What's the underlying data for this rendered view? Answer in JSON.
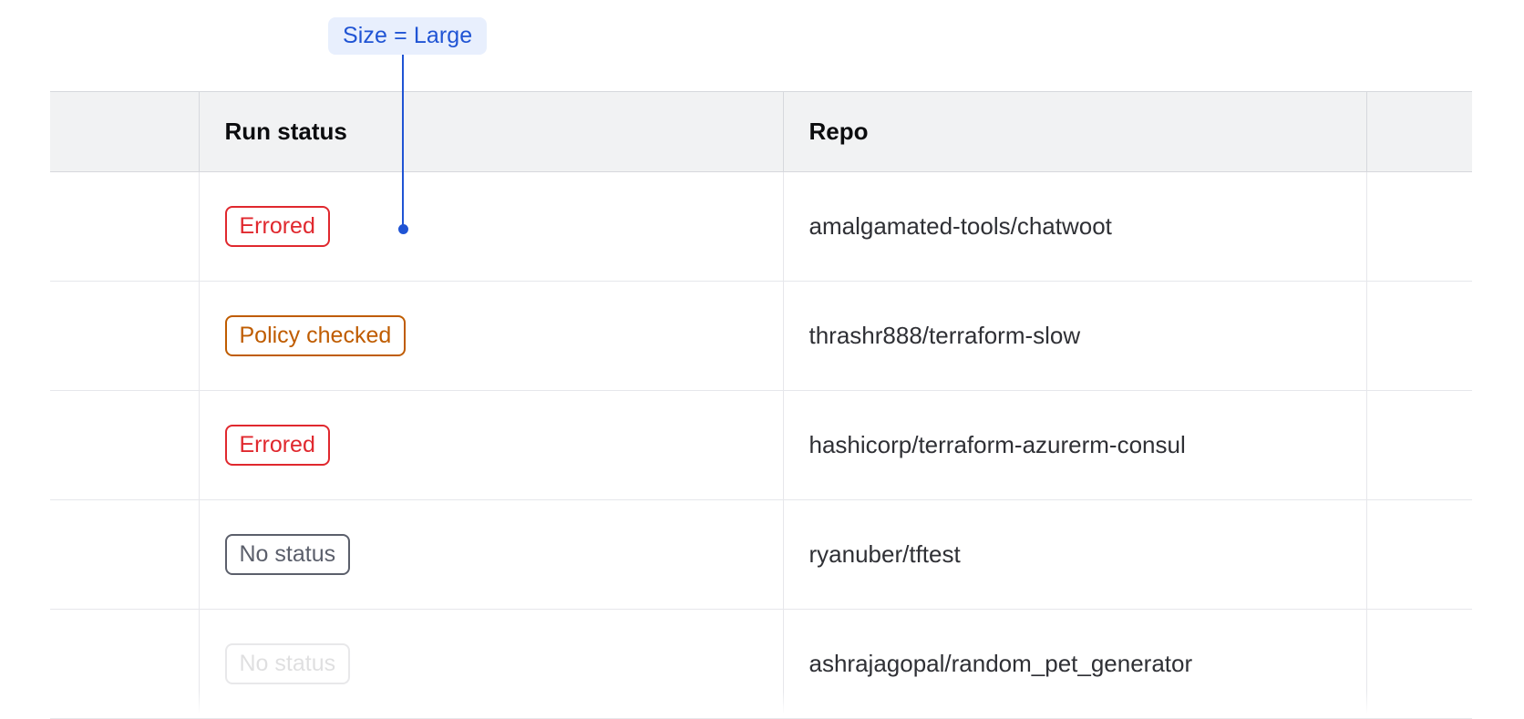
{
  "annotation": {
    "label": "Size = Large",
    "accent_color": "#2054d4",
    "badge_background": "#e8effd"
  },
  "table": {
    "columns": [
      {
        "key": "select",
        "label": ""
      },
      {
        "key": "run_status",
        "label": "Run status"
      },
      {
        "key": "repo",
        "label": "Repo"
      },
      {
        "key": "tail",
        "label": ""
      }
    ],
    "rows": [
      {
        "run_status": "Errored",
        "status_kind": "errored",
        "repo": "amalgamated-tools/chatwoot"
      },
      {
        "run_status": "Policy checked",
        "status_kind": "policy-checked",
        "repo": "thrashr888/terraform-slow"
      },
      {
        "run_status": "Errored",
        "status_kind": "errored",
        "repo": "hashicorp/terraform-azurerm-consul"
      },
      {
        "run_status": "No status",
        "status_kind": "none",
        "repo": "ryanuber/tftest"
      },
      {
        "run_status": "No status",
        "status_kind": "none",
        "repo": "ashrajagopal/random_pet_generator"
      }
    ]
  },
  "colors": {
    "errored": "#e0282e",
    "policy_checked": "#bf5c00",
    "no_status": "#5b5f6b",
    "header_background": "#f1f2f3",
    "border": "#e6e7eb"
  }
}
